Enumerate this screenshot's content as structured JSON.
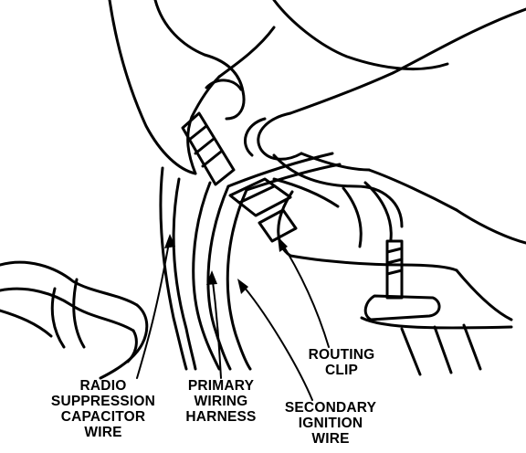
{
  "labels": {
    "radio_suppression": [
      "RADIO",
      "SUPPRESSION",
      "CAPACITOR",
      "WIRE"
    ],
    "primary_wiring_harness": [
      "PRIMARY",
      "WIRING",
      "HARNESS"
    ],
    "secondary_ignition_wire": [
      "SECONDARY",
      "IGNITION",
      "WIRE"
    ],
    "routing_clip": [
      "ROUTING",
      "CLIP"
    ]
  },
  "colors": {
    "ink": "#000000",
    "paper": "#ffffff"
  }
}
